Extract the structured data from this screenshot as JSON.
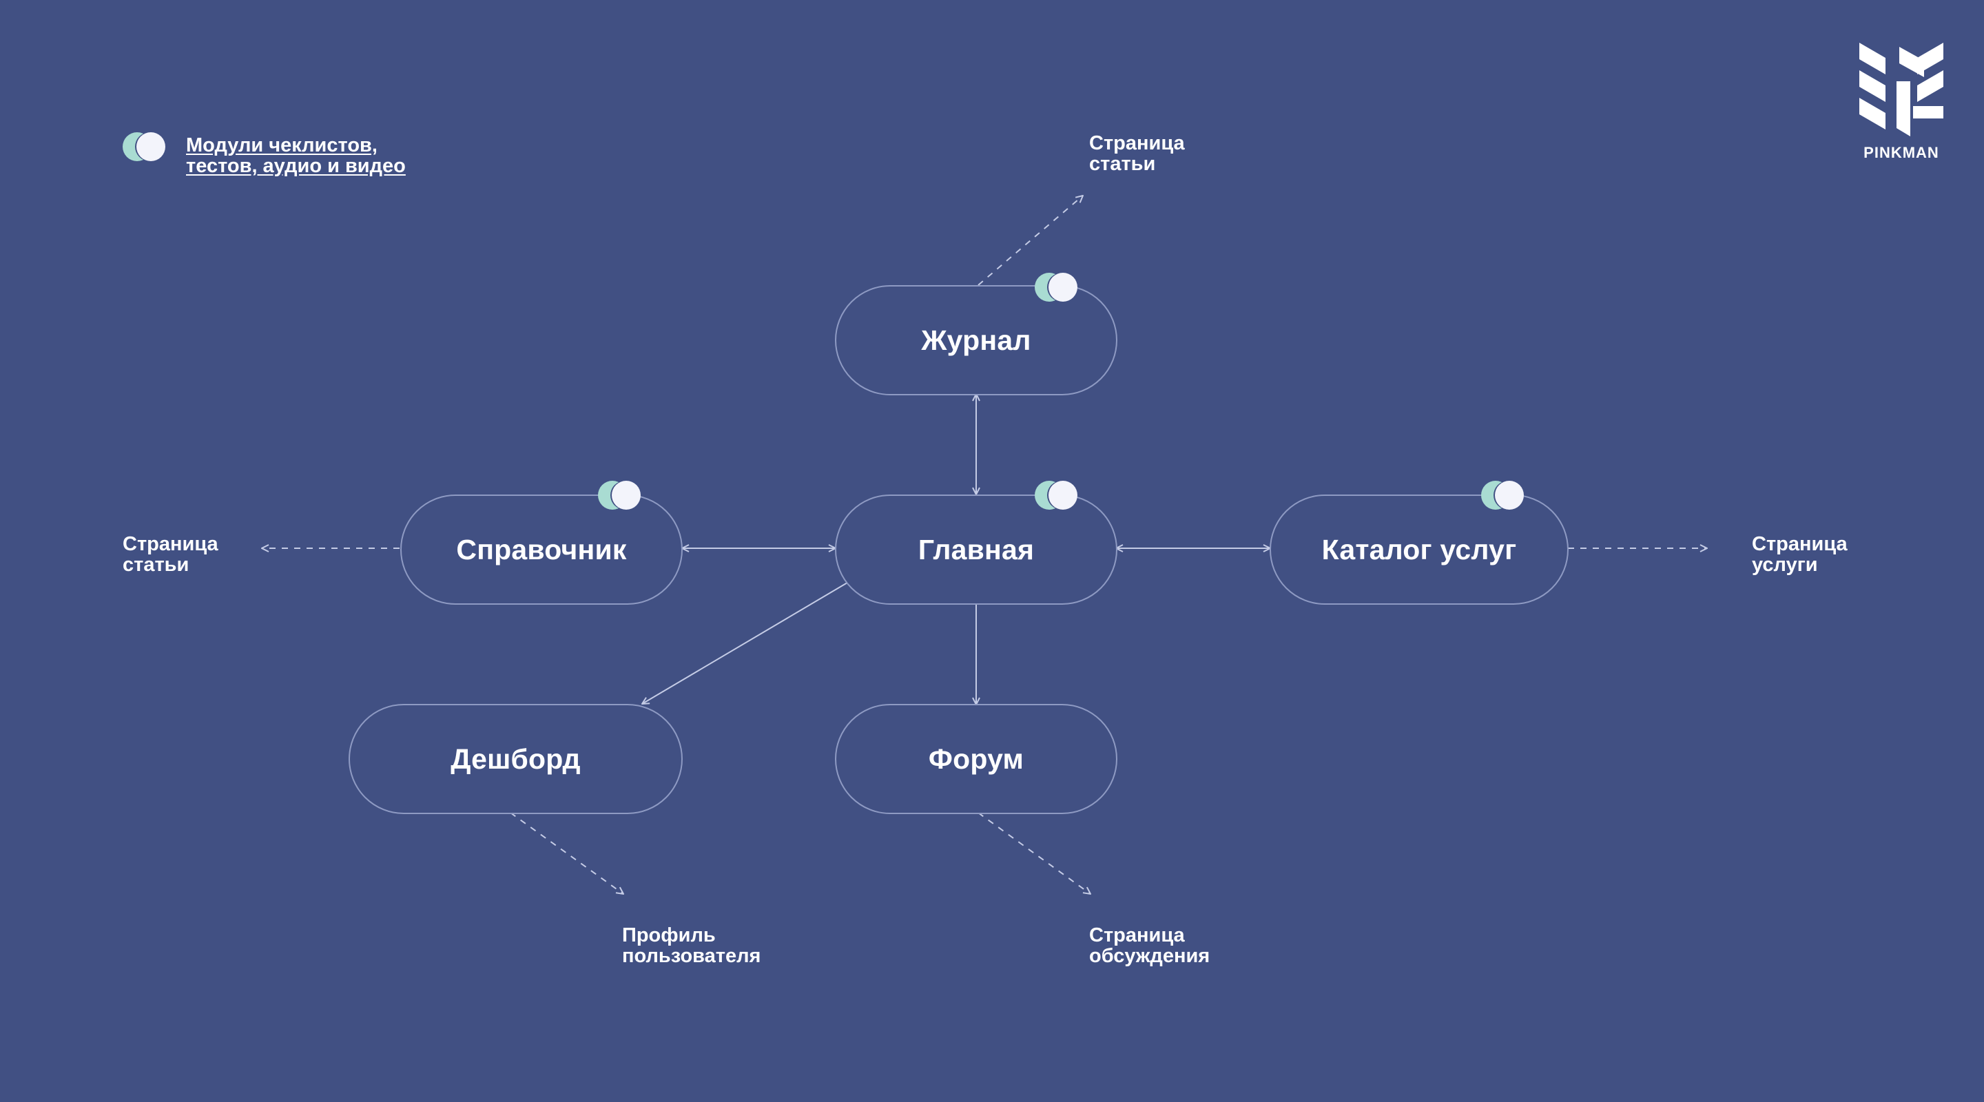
{
  "legend": {
    "line1": "Модули чеклистов,",
    "line2": "тестов, аудио и видео"
  },
  "logo": {
    "text": "PINKMAN"
  },
  "nodes": {
    "journal": "Журнал",
    "main": "Главная",
    "reference": "Справочник",
    "catalog": "Каталог услуг",
    "dashboard": "Дешборд",
    "forum": "Форум"
  },
  "external": {
    "article_top": {
      "line1": "Страница",
      "line2": "статьи"
    },
    "article_left": {
      "line1": "Страница",
      "line2": "статьи"
    },
    "service": {
      "line1": "Страница",
      "line2": "услуги"
    },
    "profile": {
      "line1": "Профиль",
      "line2": "пользователя"
    },
    "discussion": {
      "line1": "Страница",
      "line2": "обсуждения"
    }
  },
  "colors": {
    "background": "#415083",
    "node_border": "#8e9ac3",
    "connector": "#c5cce6",
    "dot_mint": "#a9dcd2",
    "dot_white": "#f3f4fb"
  }
}
